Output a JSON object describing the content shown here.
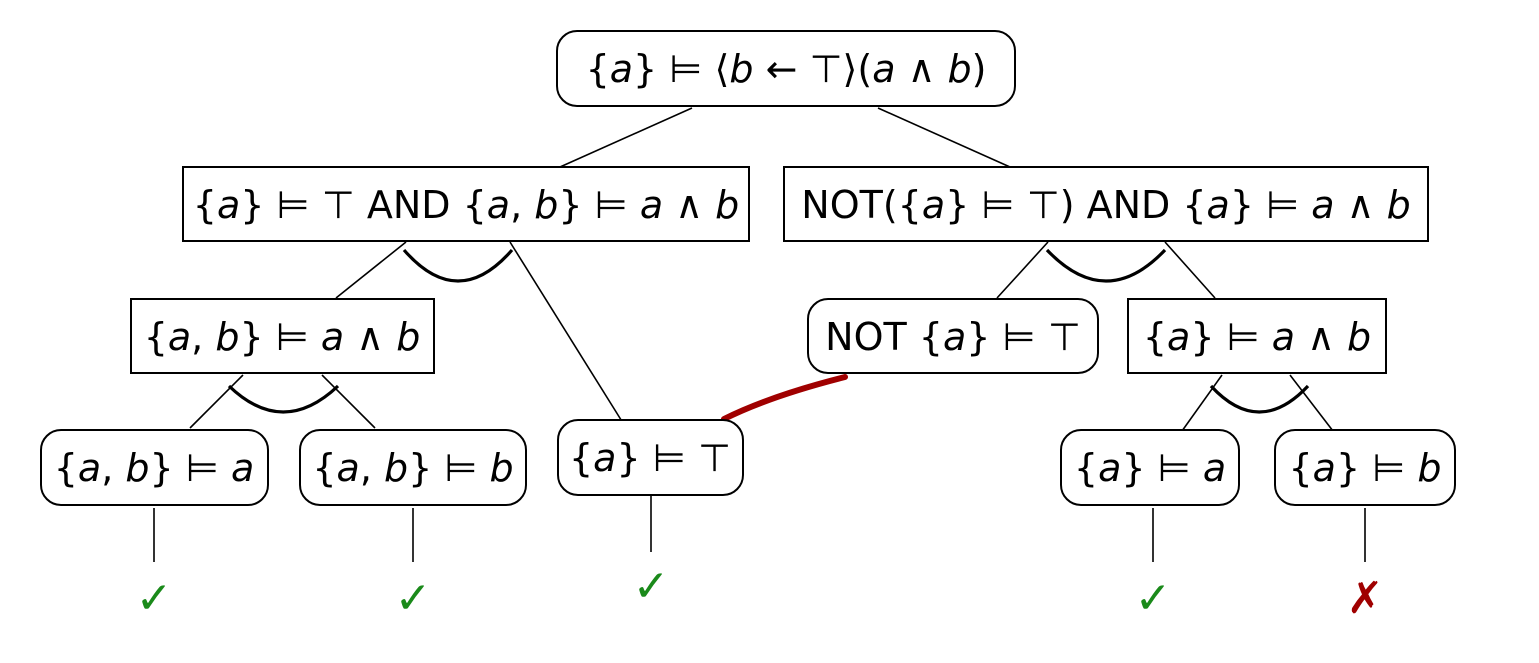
{
  "colors": {
    "stroke": "#000000",
    "check": "#1a8a1a",
    "cross": "#a00000",
    "conflict_edge": "#a00000"
  },
  "nodes": {
    "root": [
      {
        "t": "{"
      },
      {
        "t": "a",
        "i": true
      },
      {
        "t": "} ⊨ ⟨"
      },
      {
        "t": "b",
        "i": true
      },
      {
        "t": " ← ⊤⟩("
      },
      {
        "t": "a",
        "i": true
      },
      {
        "t": " ∧ "
      },
      {
        "t": "b",
        "i": true
      },
      {
        "t": ")"
      }
    ],
    "left_and": [
      {
        "t": "{"
      },
      {
        "t": "a",
        "i": true
      },
      {
        "t": "} ⊨ ⊤ AND {"
      },
      {
        "t": "a",
        "i": true
      },
      {
        "t": ", "
      },
      {
        "t": "b",
        "i": true
      },
      {
        "t": "} ⊨ "
      },
      {
        "t": "a",
        "i": true
      },
      {
        "t": " ∧ "
      },
      {
        "t": "b",
        "i": true
      }
    ],
    "right_and": [
      {
        "t": "NOT({"
      },
      {
        "t": "a",
        "i": true
      },
      {
        "t": "} ⊨ ⊤) AND {"
      },
      {
        "t": "a",
        "i": true
      },
      {
        "t": "} ⊨ "
      },
      {
        "t": "a",
        "i": true
      },
      {
        "t": " ∧ "
      },
      {
        "t": "b",
        "i": true
      }
    ],
    "ab_conj": [
      {
        "t": "{"
      },
      {
        "t": "a",
        "i": true
      },
      {
        "t": ", "
      },
      {
        "t": "b",
        "i": true
      },
      {
        "t": "} ⊨ "
      },
      {
        "t": "a",
        "i": true
      },
      {
        "t": " ∧ "
      },
      {
        "t": "b",
        "i": true
      }
    ],
    "not_top": [
      {
        "t": "NOT {"
      },
      {
        "t": "a",
        "i": true
      },
      {
        "t": "} ⊨ ⊤"
      }
    ],
    "a_conj": [
      {
        "t": "{"
      },
      {
        "t": "a",
        "i": true
      },
      {
        "t": "} ⊨ "
      },
      {
        "t": "a",
        "i": true
      },
      {
        "t": " ∧ "
      },
      {
        "t": "b",
        "i": true
      }
    ],
    "ab_a": [
      {
        "t": "{"
      },
      {
        "t": "a",
        "i": true
      },
      {
        "t": ", "
      },
      {
        "t": "b",
        "i": true
      },
      {
        "t": "} ⊨ "
      },
      {
        "t": "a",
        "i": true
      }
    ],
    "ab_b": [
      {
        "t": "{"
      },
      {
        "t": "a",
        "i": true
      },
      {
        "t": ", "
      },
      {
        "t": "b",
        "i": true
      },
      {
        "t": "} ⊨ "
      },
      {
        "t": "b",
        "i": true
      }
    ],
    "a_top": [
      {
        "t": "{"
      },
      {
        "t": "a",
        "i": true
      },
      {
        "t": "} ⊨ ⊤"
      }
    ],
    "a_a": [
      {
        "t": "{"
      },
      {
        "t": "a",
        "i": true
      },
      {
        "t": "} ⊨ "
      },
      {
        "t": "a",
        "i": true
      }
    ],
    "a_b": [
      {
        "t": "{"
      },
      {
        "t": "a",
        "i": true
      },
      {
        "t": "} ⊨ "
      },
      {
        "t": "b",
        "i": true
      }
    ]
  },
  "marks": {
    "check": "✓",
    "cross": "✗"
  }
}
